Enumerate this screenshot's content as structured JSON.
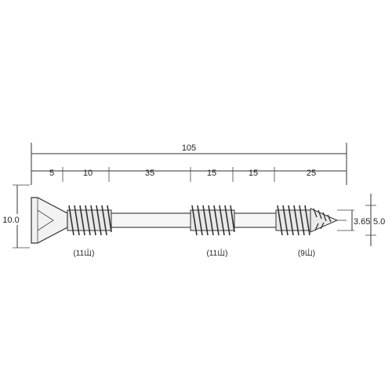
{
  "overall_length": "105",
  "segments": [
    "5",
    "10",
    "35",
    "15",
    "15",
    "25"
  ],
  "head_diameter": "10.0",
  "inner_diameter": "3.65",
  "outer_diameter": "5.0",
  "thread_counts": [
    "(11山)",
    "(11山)",
    "(9山)"
  ],
  "colors": {
    "line": "#333333",
    "screw_fill": "#f2f2f2",
    "thread_fill": "#e6e6e6"
  }
}
